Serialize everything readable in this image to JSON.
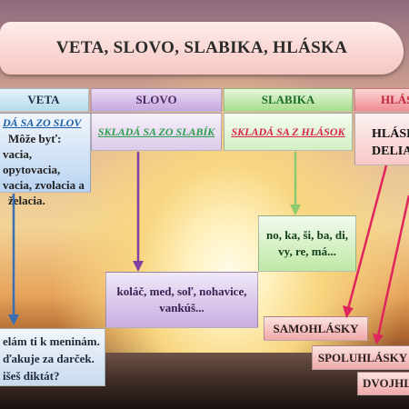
{
  "title": "VETA, SLOVO, SLABIKA, HLÁSKA",
  "columns": {
    "veta": {
      "header": "VETA",
      "sub": "DÁ SA ZO SLOV",
      "lines": [
        "Môže byť:",
        "vacia, opytovacia,",
        "vacia, zvolacia a",
        "želacia."
      ],
      "examples": [
        "elám ti k meninám.",
        "ďakuje za darček.",
        "išeš diktát?"
      ]
    },
    "slovo": {
      "header": "SLOVO",
      "sub": "SKLADÁ SA ZO SLABÍK",
      "examples": "koláč, med, soľ, nohavice, vankúš..."
    },
    "slabika": {
      "header": "SLABIKA",
      "sub": "SKLADÁ SA Z HLÁSOK",
      "examples": "no, ka, ši, ba, di, vy, re, má..."
    },
    "hlaska": {
      "header": "HLÁS",
      "box_lines": [
        "HLÁSK",
        "DELIA"
      ],
      "categories": [
        "SAMOHLÁSKY",
        "SPOLUHLÁSKY",
        "DVOJHL"
      ]
    }
  },
  "colors": {
    "veta": "#1a5fa8",
    "slovo": "#7f3fa3",
    "slabika": "#1e8e3e",
    "hlaska": "#e0245e"
  }
}
